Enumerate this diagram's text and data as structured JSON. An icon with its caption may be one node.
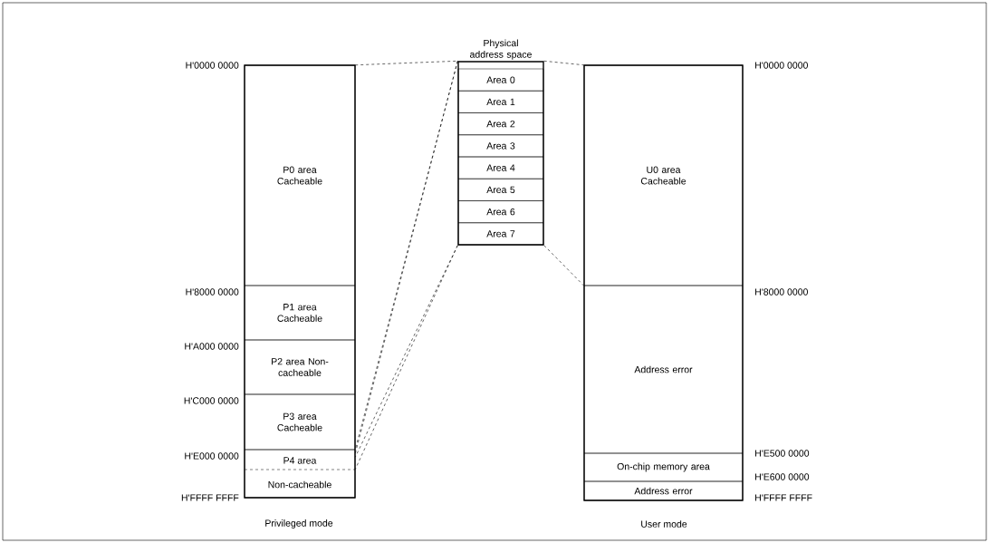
{
  "diagram": {
    "nodes": [
      {
        "text": [
          "Physical address space"
        ]
      },
      {
        "text": [
          "Area 0"
        ],
        "in": 0
      },
      {
        "text": [
          "Area 1"
        ],
        "in": 0
      },
      {
        "text": [
          "Area 2"
        ],
        "in": 0
      },
      {
        "text": [
          "Area 3"
        ],
        "in": 0
      },
      {
        "text": [
          "Area 4"
        ],
        "in": 0
      },
      {
        "text": [
          "Area 5"
        ],
        "in": 0
      },
      {
        "text": [
          "Area 6"
        ],
        "in": 0
      },
      {
        "text": [
          "Area 7"
        ],
        "in": 0
      },
      {
        "text": [
          "P0 area Cacheable"
        ]
      },
      {
        "text": [
          "P1 area Cacheable"
        ]
      },
      {
        "text": [
          "P2 area Non-cacheable"
        ]
      },
      {
        "text": [
          "P3 area Cacheable"
        ]
      },
      {
        "text": [
          "P4 area",
          "Non-cacheable"
        ]
      },
      {
        "text": [
          "U0 area Cacheable"
        ]
      },
      {
        "text": [
          "Address error"
        ]
      },
      {
        "text": [
          "On-chip memory area"
        ]
      },
      {
        "text": [
          "Address error"
        ]
      }
    ],
    "edges": [
      {
        "from": 9,
        "to": 0,
        "arrow": "none",
        "style": "dashed"
      },
      {
        "from": 0,
        "to": 14,
        "arrow": "none",
        "style": "dashed"
      },
      {
        "from": 0,
        "to": 14,
        "arrow": "none",
        "style": "dashed"
      },
      {
        "from": 0,
        "to": 12,
        "arrow": "none",
        "style": "dashed"
      },
      {
        "from": 0,
        "to": 12,
        "arrow": "none",
        "style": "dashed"
      },
      {
        "from": 0,
        "to": 13,
        "arrow": "none",
        "style": "dashed"
      },
      {
        "from": 0,
        "to": 13,
        "arrow": "none",
        "style": "dashed"
      }
    ],
    "labels": [
      "H'0000 0000",
      "H'0000 0000",
      "H'8000 0000",
      "H'8000 0000",
      "H'A000 0000",
      "H'C000 0000",
      "H'E000 0000",
      "H'E500 0000",
      "H'E600 0000",
      "H'FFFF FFFF",
      "H'FFFF FFFF",
      "Privileged mode",
      "User mode"
    ]
  }
}
